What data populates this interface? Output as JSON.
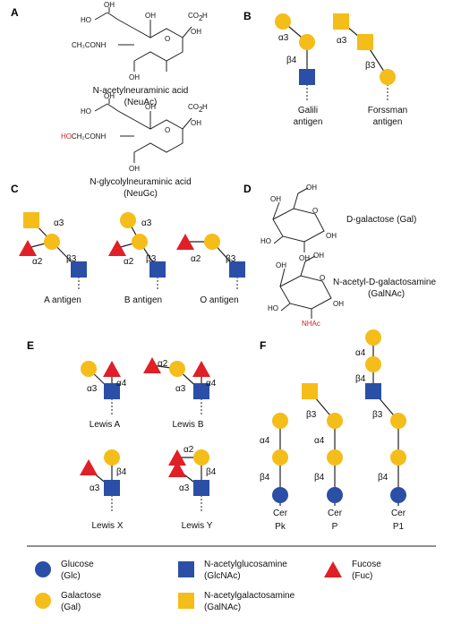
{
  "colors": {
    "blue": "#2b4fa6",
    "yellow": "#f5bd1a",
    "red": "#e01f26",
    "line": "#222222",
    "accent_red": "#d42020"
  },
  "panels": {
    "A": "A",
    "B": "B",
    "C": "C",
    "D": "D",
    "E": "E",
    "F": "F"
  },
  "panel_a": {
    "neuac_name": "N-acetylneuraminic acid",
    "neuac_abbr": "(NeuAc)",
    "neugc_name": "N-glycolylneuraminic acid",
    "neugc_abbr": "(NeuGc)",
    "atoms": {
      "ho": "HO",
      "oh": "OH",
      "co2h": "CO",
      "sub2": "2",
      "h": "H",
      "o": "O",
      "acetyl_n": "CH₃CONH",
      "glycolyl_ho": "HO",
      "glycolyl_rest": "CH₂CONH"
    }
  },
  "panel_b": {
    "galili": [
      "Galili",
      "antigen"
    ],
    "forssman": [
      "Forssman",
      "antigen"
    ],
    "linkages": {
      "g1": "α3",
      "g2": "β4",
      "f1": "α3",
      "f2": "β3"
    }
  },
  "panel_c": {
    "a_antigen": "A antigen",
    "b_antigen": "B antigen",
    "o_antigen": "O antigen",
    "linkages": {
      "a1": "α3",
      "a2": "α2",
      "a3": "β3",
      "b1": "α3",
      "b2": "α2",
      "b3": "β3",
      "o1": "α2",
      "o2": "β3"
    }
  },
  "panel_d": {
    "gal": "D-galactose (Gal)",
    "galnac_line1": "N-acetyl-D-galactosamine",
    "galnac_line2": "(GalNAc)",
    "atoms": {
      "oh": "OH",
      "ho": "HO",
      "o": "O",
      "nhac": "NHAc"
    }
  },
  "panel_e": {
    "lewis_a": "Lewis A",
    "lewis_b": "Lewis B",
    "lewis_x": "Lewis X",
    "lewis_y": "Lewis Y",
    "linkages": {
      "la1": "α3",
      "la2": "α4",
      "lb1": "α2",
      "lb2": "α3",
      "lb3": "α4",
      "lx1": "β4",
      "lx2": "α3",
      "ly1": "α2",
      "ly2": "β4",
      "ly3": "α3"
    }
  },
  "panel_f": {
    "pk": "Pk",
    "p": "P",
    "p1": "P1",
    "cer": "Cer",
    "linkages": {
      "pk1": "α4",
      "pk2": "β4",
      "p1": "β3",
      "p2": "α4",
      "p3": "β4",
      "q1": "α4",
      "q2": "β4",
      "q3": "β3",
      "q4": "β4"
    }
  },
  "legend": {
    "glucose": [
      "Glucose",
      "(Glc)"
    ],
    "glcnac": [
      "N-acetylglucosamine",
      "(GlcNAc)"
    ],
    "fucose": [
      "Fucose",
      "(Fuc)"
    ],
    "galactose": [
      "Galactose",
      "(Gal)"
    ],
    "galnac": [
      "N-acetylgalactosamine",
      "(GalNAc)"
    ]
  }
}
